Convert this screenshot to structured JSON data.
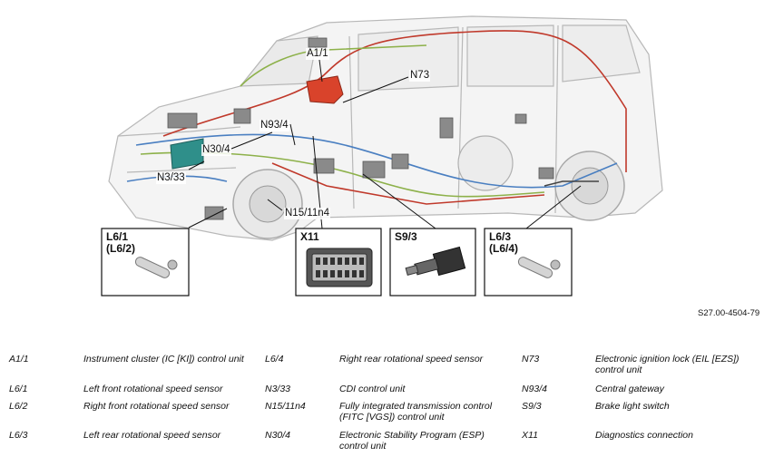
{
  "callouts": {
    "a1_1": "A1/1",
    "n73": "N73",
    "n93_4": "N93/4",
    "n30_4": "N30/4",
    "n3_33": "N3/33",
    "n15_11n4": "N15/11n4"
  },
  "detail_boxes": {
    "l6_1": {
      "line1": "L6/1",
      "line2": "(L6/2)"
    },
    "x11": {
      "line1": "X11"
    },
    "s9_3": {
      "line1": "S9/3"
    },
    "l6_3": {
      "line1": "L6/3",
      "line2": "(L6/4)"
    }
  },
  "figure_ref": "S27.00-4504-79",
  "legend": [
    {
      "code": "A1/1",
      "desc": "Instrument cluster (IC [KI]) control unit"
    },
    {
      "code": "L6/1",
      "desc": "Left front rotational speed sensor"
    },
    {
      "code": "L6/2",
      "desc": "Right front rotational speed sensor"
    },
    {
      "code": "L6/3",
      "desc": "Left rear rotational speed sensor"
    },
    {
      "code": "L6/4",
      "desc": "Right rear rotational speed sensor"
    },
    {
      "code": "N3/33",
      "desc": "CDI control unit"
    },
    {
      "code": "N15/11n4",
      "desc": "Fully integrated transmission control (FITC [VGS]) control unit"
    },
    {
      "code": "N30/4",
      "desc": "Electronic Stability Program (ESP) control unit"
    },
    {
      "code": "N73",
      "desc": "Electronic ignition lock (EIL [EZS]) control unit"
    },
    {
      "code": "N93/4",
      "desc": "Central gateway"
    },
    {
      "code": "S9/3",
      "desc": "Brake light switch"
    },
    {
      "code": "X11",
      "desc": "Diagnostics connection"
    }
  ],
  "colors": {
    "wire_blue": "#4a7fc1",
    "wire_red": "#c0392b",
    "wire_green": "#8db14a",
    "cluster_red": "#d9432b",
    "esp_teal": "#2f8f8a"
  }
}
